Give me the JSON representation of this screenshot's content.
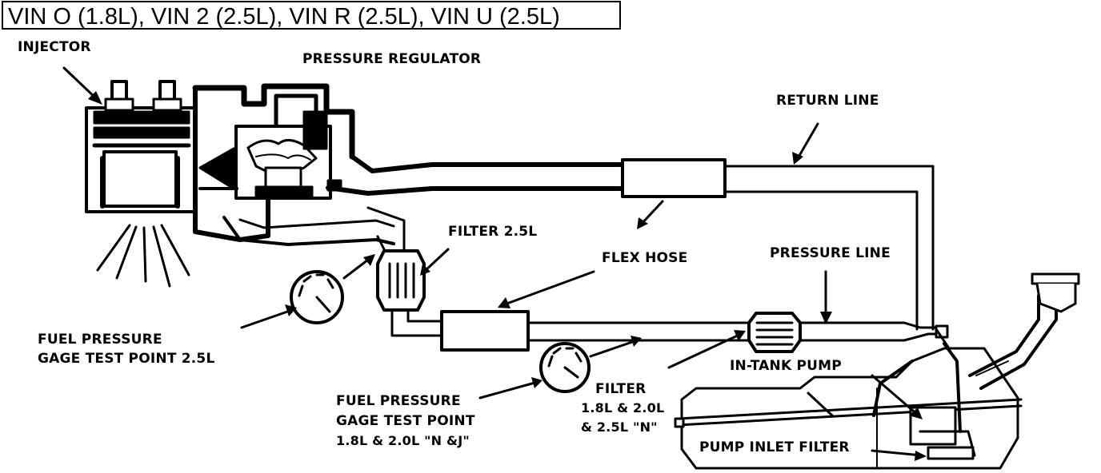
{
  "title": "VIN O (1.8L), VIN 2 (2.5L), VIN R (2.5L), VIN U (2.5L)",
  "labels": {
    "injector": "INJECTOR",
    "pressure_regulator": "PRESSURE REGULATOR",
    "return_line": "RETURN LINE",
    "filter_25": "FILTER 2.5L",
    "flex_hose": "FLEX HOSE",
    "pressure_line": "PRESSURE LINE",
    "gage_test_25": [
      "FUEL PRESSURE",
      "GAGE TEST POINT 2.5L"
    ],
    "gage_test_18": [
      "FUEL PRESSURE",
      "GAGE TEST POINT",
      "1.8L & 2.0L \"N &J\""
    ],
    "filter_18": [
      "FILTER",
      "1.8L & 2.0L",
      "& 2.5L \"N\""
    ],
    "in_tank_pump": "IN-TANK  PUMP",
    "pump_inlet_filter": "PUMP INLET FILTER"
  }
}
